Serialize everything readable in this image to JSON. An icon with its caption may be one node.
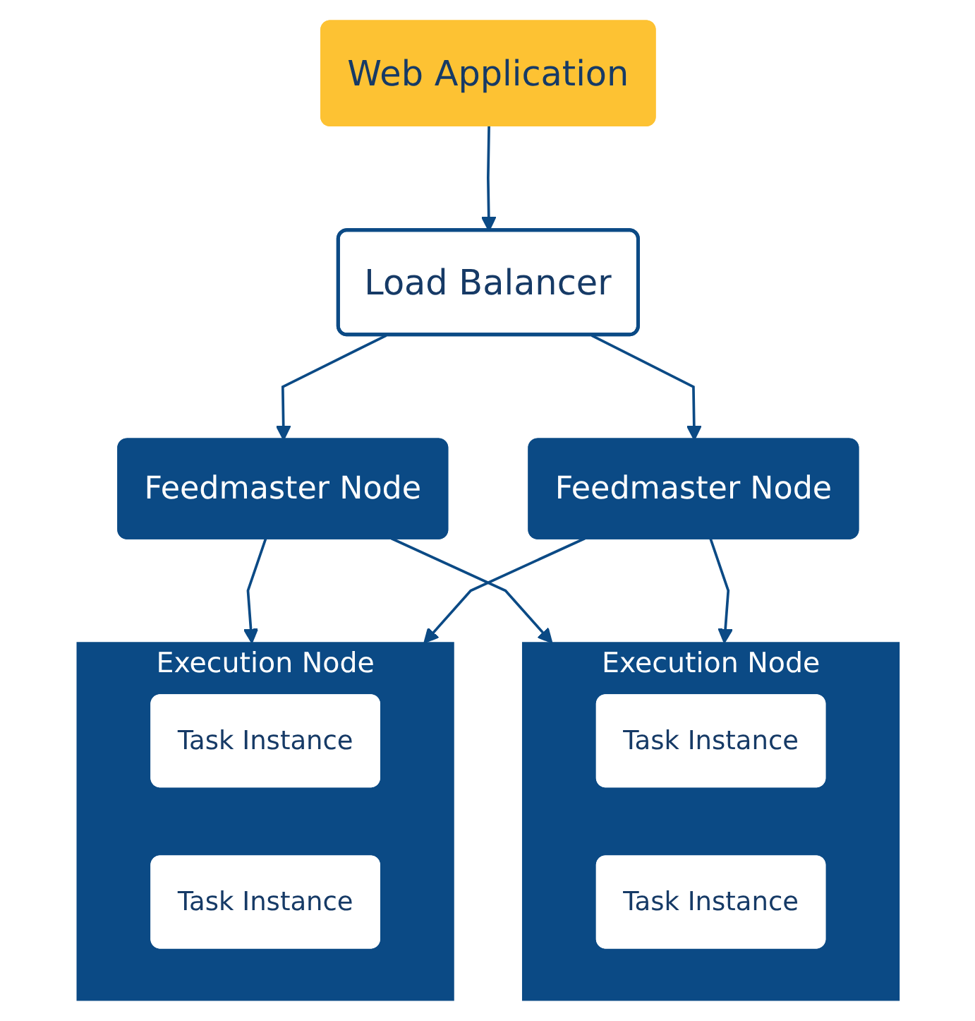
{
  "diagram": {
    "nodes": [
      {
        "text": [
          "Web Application"
        ]
      },
      {
        "text": [
          "Load Balancer"
        ]
      },
      {
        "text": [
          "Feedmaster Node"
        ]
      },
      {
        "text": [
          "Feedmaster Node"
        ]
      },
      {
        "text": [
          "Execution Node"
        ]
      },
      {
        "text": [
          "Task Instance"
        ],
        "in": 4
      },
      {
        "text": [
          "Task Instance"
        ],
        "in": 4
      },
      {
        "text": [
          "Execution Node"
        ]
      },
      {
        "text": [
          "Task Instance"
        ],
        "in": 7
      },
      {
        "text": [
          "Task Instance"
        ],
        "in": 7
      }
    ],
    "edges": [
      {
        "from": 0,
        "to": 1,
        "arrow": "to"
      },
      {
        "from": 1,
        "to": 2,
        "arrow": "to"
      },
      {
        "from": 1,
        "to": 3,
        "arrow": "to"
      },
      {
        "from": 2,
        "to": 4,
        "arrow": "to"
      },
      {
        "from": 2,
        "to": 7,
        "arrow": "to"
      },
      {
        "from": 3,
        "to": 4,
        "arrow": "to"
      },
      {
        "from": 3,
        "to": 7,
        "arrow": "to"
      }
    ]
  }
}
